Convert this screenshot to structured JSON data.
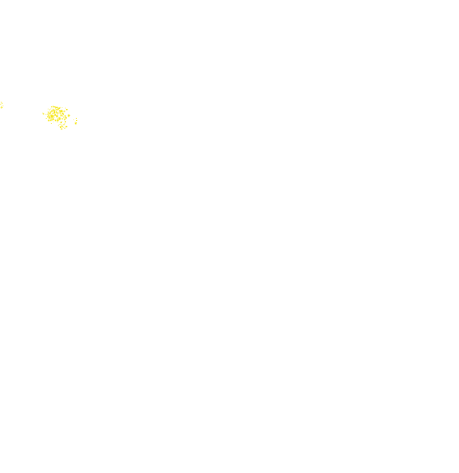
{
  "canvas": {
    "background": "#ffffff"
  },
  "speckles": {
    "color": "#f5e400",
    "clusters": [
      {
        "name": "left-edge-speckle-cluster",
        "density": "sparse"
      },
      {
        "name": "main-speckle-cluster",
        "density": "dense"
      },
      {
        "name": "trailing-speckle-cluster",
        "density": "sparse"
      }
    ]
  }
}
